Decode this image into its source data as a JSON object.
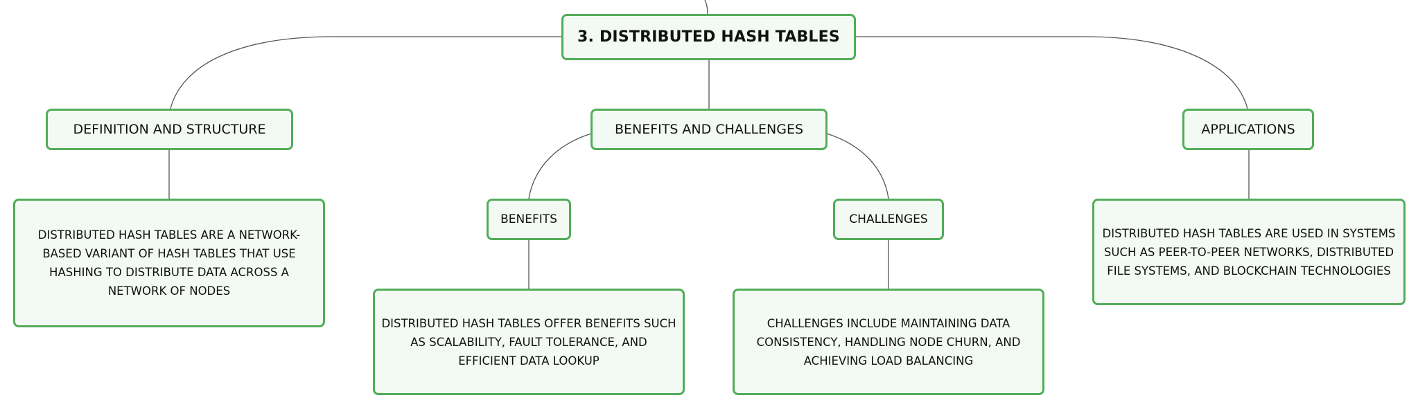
{
  "root": {
    "label": "3. DISTRIBUTED HASH TABLES"
  },
  "topics": {
    "definition": {
      "label": "DEFINITION AND STRUCTURE",
      "detail": "DISTRIBUTED HASH TABLES ARE A NETWORK-BASED VARIANT OF HASH TABLES THAT USE HASHING TO DISTRIBUTE DATA ACROSS A NETWORK OF NODES"
    },
    "benefits_challenges": {
      "label": "BENEFITS AND CHALLENGES",
      "benefits": {
        "label": "BENEFITS",
        "detail": "DISTRIBUTED HASH TABLES OFFER BENEFITS SUCH AS SCALABILITY, FAULT TOLERANCE, AND EFFICIENT DATA LOOKUP"
      },
      "challenges": {
        "label": "CHALLENGES",
        "detail": "CHALLENGES INCLUDE MAINTAINING DATA CONSISTENCY, HANDLING NODE CHURN, AND ACHIEVING LOAD BALANCING"
      }
    },
    "applications": {
      "label": "APPLICATIONS",
      "detail": "DISTRIBUTED HASH TABLES ARE USED IN SYSTEMS SUCH AS PEER-TO-PEER NETWORKS, DISTRIBUTED FILE SYSTEMS, AND BLOCKCHAIN TECHNOLOGIES"
    }
  },
  "colors": {
    "node_border": "#52ac58",
    "node_fill": "#f3faf3",
    "connector": "#555555",
    "text": "#111111"
  }
}
